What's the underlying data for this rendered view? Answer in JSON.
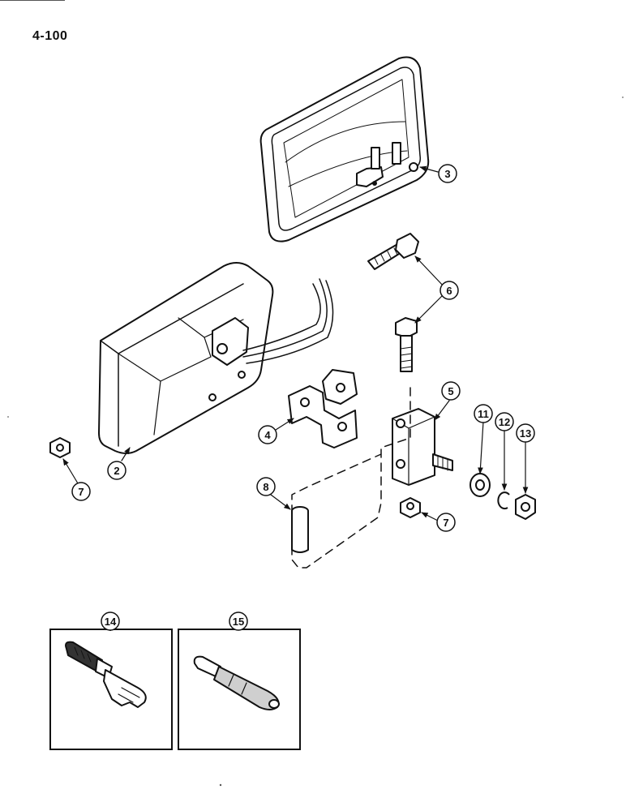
{
  "page": {
    "number": "4-100"
  },
  "callouts": [
    {
      "id": "c2",
      "label": "2"
    },
    {
      "id": "c3",
      "label": "3"
    },
    {
      "id": "c4",
      "label": "4"
    },
    {
      "id": "c5",
      "label": "5"
    },
    {
      "id": "c6",
      "label": "6"
    },
    {
      "id": "c7a",
      "label": "7"
    },
    {
      "id": "c7b",
      "label": "7"
    },
    {
      "id": "c8",
      "label": "8"
    },
    {
      "id": "c11",
      "label": "11"
    },
    {
      "id": "c12",
      "label": "12"
    },
    {
      "id": "c13",
      "label": "13"
    },
    {
      "id": "c14",
      "label": "14"
    },
    {
      "id": "c15",
      "label": "15"
    }
  ],
  "colors": {
    "ink": "#111111",
    "paper": "#ffffff",
    "shade": "#cfcfcf"
  }
}
